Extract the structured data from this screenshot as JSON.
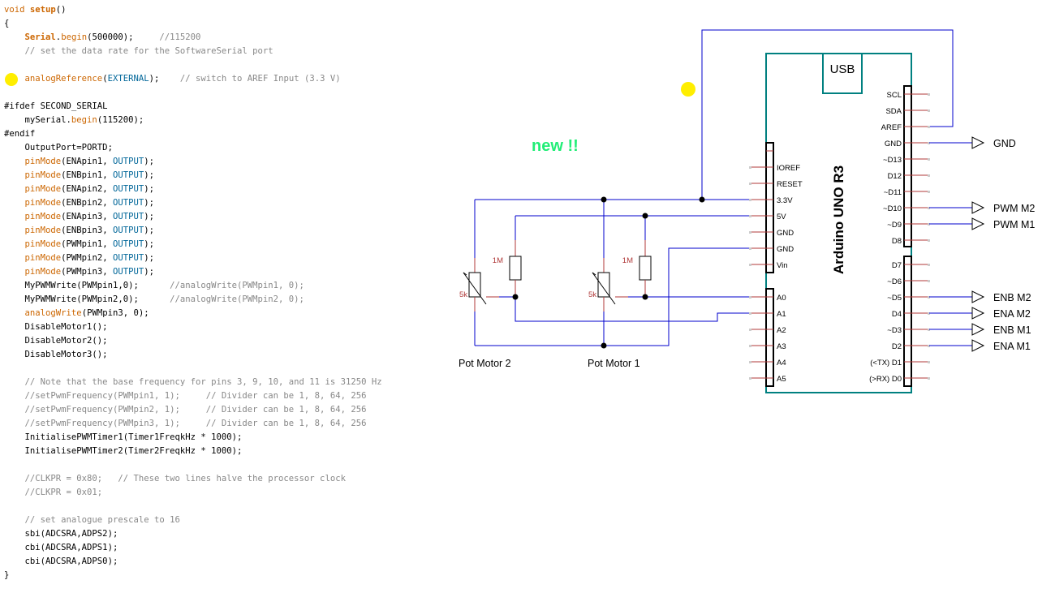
{
  "code": {
    "lines": [
      {
        "indent": 0,
        "parts": [
          {
            "t": "void ",
            "c": "kw"
          },
          {
            "t": "setup",
            "c": "kwb"
          },
          {
            "t": "()",
            "c": "pp"
          }
        ]
      },
      {
        "indent": 0,
        "parts": [
          {
            "t": "{",
            "c": "pp"
          }
        ]
      },
      {
        "indent": 1,
        "parts": [
          {
            "t": "Serial",
            "c": "kwb"
          },
          {
            "t": ".",
            "c": "pp"
          },
          {
            "t": "begin",
            "c": "kw"
          },
          {
            "t": "(500000);     ",
            "c": "pp"
          },
          {
            "t": "//115200",
            "c": "cm"
          }
        ]
      },
      {
        "indent": 1,
        "parts": [
          {
            "t": "// set the data rate for the SoftwareSerial port",
            "c": "cm"
          }
        ]
      },
      {
        "indent": 0,
        "parts": []
      },
      {
        "indent": 1,
        "parts": [
          {
            "t": "analogReference",
            "c": "kw"
          },
          {
            "t": "(",
            "c": "pp"
          },
          {
            "t": "EXTERNAL",
            "c": "const"
          },
          {
            "t": ");    ",
            "c": "pp"
          },
          {
            "t": "// switch to AREF Input (3.3 V)",
            "c": "cm"
          }
        ]
      },
      {
        "indent": 0,
        "parts": []
      },
      {
        "indent": 0,
        "parts": [
          {
            "t": "#ifdef SECOND_SERIAL",
            "c": "pp"
          }
        ]
      },
      {
        "indent": 1,
        "parts": [
          {
            "t": "mySerial.",
            "c": "pp"
          },
          {
            "t": "begin",
            "c": "kw"
          },
          {
            "t": "(115200);",
            "c": "pp"
          }
        ]
      },
      {
        "indent": 0,
        "parts": [
          {
            "t": "#endif",
            "c": "pp"
          }
        ]
      },
      {
        "indent": 1,
        "parts": [
          {
            "t": "OutputPort=PORTD;",
            "c": "pp"
          }
        ]
      },
      {
        "indent": 1,
        "parts": [
          {
            "t": "pinMode",
            "c": "kw"
          },
          {
            "t": "(ENApin1, ",
            "c": "pp"
          },
          {
            "t": "OUTPUT",
            "c": "const"
          },
          {
            "t": ");",
            "c": "pp"
          }
        ]
      },
      {
        "indent": 1,
        "parts": [
          {
            "t": "pinMode",
            "c": "kw"
          },
          {
            "t": "(ENBpin1, ",
            "c": "pp"
          },
          {
            "t": "OUTPUT",
            "c": "const"
          },
          {
            "t": ");",
            "c": "pp"
          }
        ]
      },
      {
        "indent": 1,
        "parts": [
          {
            "t": "pinMode",
            "c": "kw"
          },
          {
            "t": "(ENApin2, ",
            "c": "pp"
          },
          {
            "t": "OUTPUT",
            "c": "const"
          },
          {
            "t": ");",
            "c": "pp"
          }
        ]
      },
      {
        "indent": 1,
        "parts": [
          {
            "t": "pinMode",
            "c": "kw"
          },
          {
            "t": "(ENBpin2, ",
            "c": "pp"
          },
          {
            "t": "OUTPUT",
            "c": "const"
          },
          {
            "t": ");",
            "c": "pp"
          }
        ]
      },
      {
        "indent": 1,
        "parts": [
          {
            "t": "pinMode",
            "c": "kw"
          },
          {
            "t": "(ENApin3, ",
            "c": "pp"
          },
          {
            "t": "OUTPUT",
            "c": "const"
          },
          {
            "t": ");",
            "c": "pp"
          }
        ]
      },
      {
        "indent": 1,
        "parts": [
          {
            "t": "pinMode",
            "c": "kw"
          },
          {
            "t": "(ENBpin3, ",
            "c": "pp"
          },
          {
            "t": "OUTPUT",
            "c": "const"
          },
          {
            "t": ");",
            "c": "pp"
          }
        ]
      },
      {
        "indent": 1,
        "parts": [
          {
            "t": "pinMode",
            "c": "kw"
          },
          {
            "t": "(PWMpin1, ",
            "c": "pp"
          },
          {
            "t": "OUTPUT",
            "c": "const"
          },
          {
            "t": ");",
            "c": "pp"
          }
        ]
      },
      {
        "indent": 1,
        "parts": [
          {
            "t": "pinMode",
            "c": "kw"
          },
          {
            "t": "(PWMpin2, ",
            "c": "pp"
          },
          {
            "t": "OUTPUT",
            "c": "const"
          },
          {
            "t": ");",
            "c": "pp"
          }
        ]
      },
      {
        "indent": 1,
        "parts": [
          {
            "t": "pinMode",
            "c": "kw"
          },
          {
            "t": "(PWMpin3, ",
            "c": "pp"
          },
          {
            "t": "OUTPUT",
            "c": "const"
          },
          {
            "t": ");",
            "c": "pp"
          }
        ]
      },
      {
        "indent": 1,
        "parts": [
          {
            "t": "MyPWMWrite(PWMpin1,0);      ",
            "c": "pp"
          },
          {
            "t": "//analogWrite(PWMpin1, 0);",
            "c": "cm"
          }
        ]
      },
      {
        "indent": 1,
        "parts": [
          {
            "t": "MyPWMWrite(PWMpin2,0);      ",
            "c": "pp"
          },
          {
            "t": "//analogWrite(PWMpin2, 0);",
            "c": "cm"
          }
        ]
      },
      {
        "indent": 1,
        "parts": [
          {
            "t": "analogWrite",
            "c": "kw"
          },
          {
            "t": "(PWMpin3, 0);",
            "c": "pp"
          }
        ]
      },
      {
        "indent": 1,
        "parts": [
          {
            "t": "DisableMotor1();",
            "c": "pp"
          }
        ]
      },
      {
        "indent": 1,
        "parts": [
          {
            "t": "DisableMotor2();",
            "c": "pp"
          }
        ]
      },
      {
        "indent": 1,
        "parts": [
          {
            "t": "DisableMotor3();",
            "c": "pp"
          }
        ]
      },
      {
        "indent": 0,
        "parts": []
      },
      {
        "indent": 1,
        "parts": [
          {
            "t": "// Note that the base frequency for pins 3, 9, 10, and 11 is 31250 Hz",
            "c": "cm"
          }
        ]
      },
      {
        "indent": 1,
        "parts": [
          {
            "t": "//setPwmFrequency(PWMpin1, 1);     // Divider can be 1, 8, 64, 256",
            "c": "cm"
          }
        ]
      },
      {
        "indent": 1,
        "parts": [
          {
            "t": "//setPwmFrequency(PWMpin2, 1);     // Divider can be 1, 8, 64, 256",
            "c": "cm"
          }
        ]
      },
      {
        "indent": 1,
        "parts": [
          {
            "t": "//setPwmFrequency(PWMpin3, 1);     // Divider can be 1, 8, 64, 256",
            "c": "cm"
          }
        ]
      },
      {
        "indent": 1,
        "parts": [
          {
            "t": "InitialisePWMTimer1(Timer1FreqkHz * 1000);",
            "c": "pp"
          }
        ]
      },
      {
        "indent": 1,
        "parts": [
          {
            "t": "InitialisePWMTimer2(Timer2FreqkHz * 1000);",
            "c": "pp"
          }
        ]
      },
      {
        "indent": 0,
        "parts": []
      },
      {
        "indent": 1,
        "parts": [
          {
            "t": "//CLKPR = 0x80;   // These two lines halve the processor clock",
            "c": "cm"
          }
        ]
      },
      {
        "indent": 1,
        "parts": [
          {
            "t": "//CLKPR = 0x01;",
            "c": "cm"
          }
        ]
      },
      {
        "indent": 0,
        "parts": []
      },
      {
        "indent": 1,
        "parts": [
          {
            "t": "// set analogue prescale to 16",
            "c": "cm"
          }
        ]
      },
      {
        "indent": 1,
        "parts": [
          {
            "t": "sbi(ADCSRA,ADPS2);",
            "c": "pp"
          }
        ]
      },
      {
        "indent": 1,
        "parts": [
          {
            "t": "cbi(ADCSRA,ADPS1);",
            "c": "pp"
          }
        ]
      },
      {
        "indent": 1,
        "parts": [
          {
            "t": "cbi(ADCSRA,ADPS0);",
            "c": "pp"
          }
        ]
      },
      {
        "indent": 0,
        "parts": [
          {
            "t": "}",
            "c": "pp"
          }
        ]
      }
    ]
  },
  "highlights": {
    "code_marker": "yellow-dot",
    "diagram_marker": "yellow-dot",
    "color": "#ffee00"
  },
  "diagram": {
    "new_label": "new !!",
    "board_title": "Arduino UNO R3",
    "usb_label": "USB",
    "left_power_pins": [
      "IOREF",
      "RESET",
      "3.3V",
      "5V",
      "GND",
      "GND",
      "Vin"
    ],
    "left_analog_pins": [
      "A0",
      "A1",
      "A2",
      "A3",
      "A4",
      "A5"
    ],
    "right_top_pins": [
      "SCL",
      "SDA",
      "AREF",
      "GND",
      "~D13",
      "D12",
      "~D11",
      "~D10",
      "~D9",
      "D8"
    ],
    "right_bottom_pins": [
      "D7",
      "~D6",
      "~D5",
      "D4",
      "~D3",
      "D2",
      "(<TX) D1",
      "(>RX) D0"
    ],
    "net_labels": [
      {
        "pin": "GND",
        "label": "GND"
      },
      {
        "pin": "~D10",
        "label": "PWM M2"
      },
      {
        "pin": "~D9",
        "label": "PWM M1"
      },
      {
        "pin": "~D5",
        "label": "ENB M2"
      },
      {
        "pin": "D4",
        "label": "ENA M2"
      },
      {
        "pin": "~D3",
        "label": "ENB M1"
      },
      {
        "pin": "D2",
        "label": "ENA M1"
      }
    ],
    "pots": [
      {
        "name": "Pot Motor 2",
        "pot_value": "5k",
        "resistor_value": "1M"
      },
      {
        "name": "Pot Motor 1",
        "pot_value": "5k",
        "resistor_value": "1M"
      }
    ],
    "colors": {
      "wire": "#0000cc",
      "pin_stub": "#b03a3a",
      "board_outline": "#008080",
      "header": "#000000",
      "new_label": "#22ee77"
    }
  }
}
